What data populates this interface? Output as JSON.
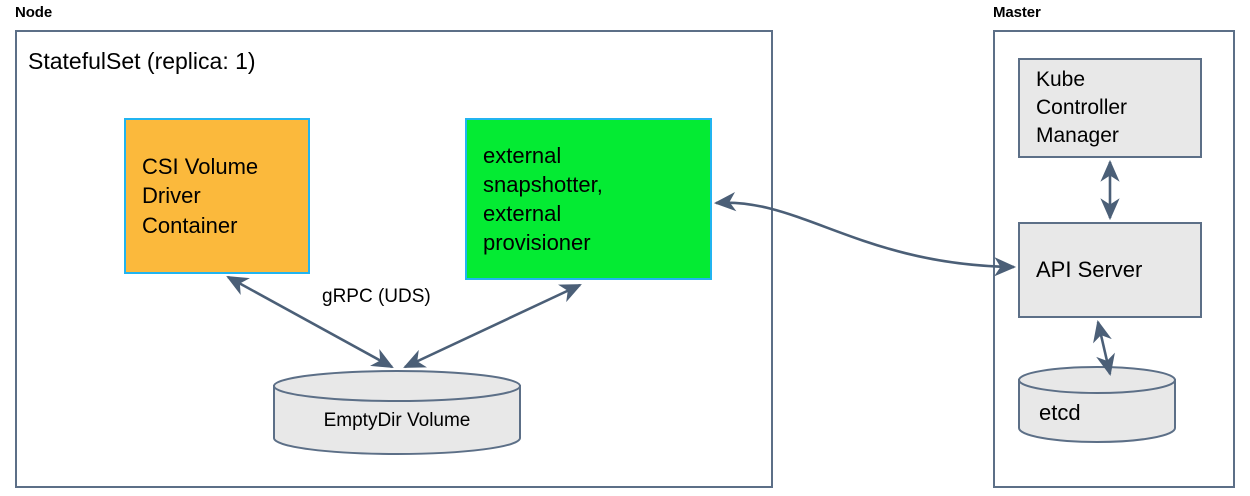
{
  "diagram": {
    "title_hidden": "CSI StatefulSet deployment with Kubernetes master",
    "colors": {
      "csi_fill": "#fbb93c",
      "external_fill": "#04eb33",
      "component_border": "#21b4f0",
      "grey_fill": "#e8e8e8",
      "outline": "#5c6f87",
      "arrow": "#4b5f77",
      "background": "#ffffff"
    }
  },
  "groups": [
    {
      "id": "node",
      "label": "Node"
    },
    {
      "id": "master",
      "label": "Master"
    }
  ],
  "node": {
    "statefulset_label": "StatefulSet (replica: 1)",
    "boxes": [
      {
        "id": "csi-volume-driver-container",
        "label": "CSI Volume\nDriver\nContainer"
      },
      {
        "id": "external-snapshotter-provisioner",
        "label": "external\nsnapshotter,\nexternal\nprovisioner"
      }
    ],
    "cylinders": [
      {
        "id": "emptydir-volume",
        "label": "EmptyDir Volume"
      }
    ],
    "edge_labels": [
      {
        "id": "grpc-uds",
        "label": "gRPC (UDS)"
      }
    ]
  },
  "master": {
    "boxes": [
      {
        "id": "kube-controller-manager",
        "label": "Kube\nController\nManager"
      },
      {
        "id": "api-server",
        "label": "API Server"
      }
    ],
    "cylinders": [
      {
        "id": "etcd",
        "label": "etcd"
      }
    ]
  },
  "connections": [
    {
      "id": "csi-to-emptydir",
      "from": "csi-volume-driver-container",
      "to": "emptydir-volume",
      "style": "double-arrow",
      "label": "gRPC (UDS)"
    },
    {
      "id": "external-to-emptydir",
      "from": "external-snapshotter-provisioner",
      "to": "emptydir-volume",
      "style": "double-arrow",
      "label": "gRPC (UDS)"
    },
    {
      "id": "external-to-api-server",
      "from": "external-snapshotter-provisioner",
      "to": "api-server",
      "style": "double-arrow-curved",
      "label": ""
    },
    {
      "id": "kcm-to-api-server",
      "from": "kube-controller-manager",
      "to": "api-server",
      "style": "double-arrow",
      "label": ""
    },
    {
      "id": "api-server-to-etcd",
      "from": "api-server",
      "to": "etcd",
      "style": "double-arrow",
      "label": ""
    }
  ]
}
